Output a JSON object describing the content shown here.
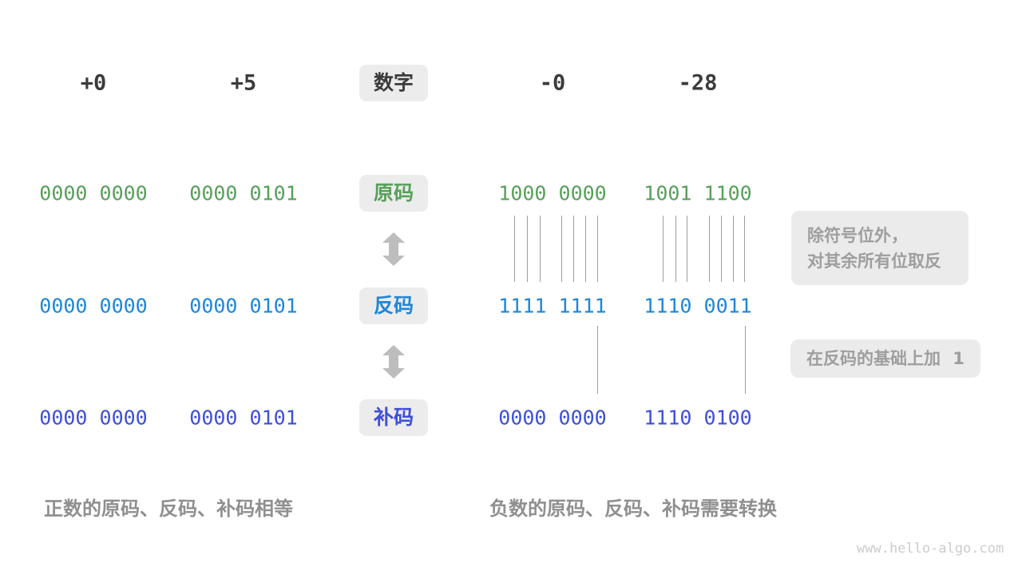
{
  "header": {
    "positive_labels": [
      "+0",
      "+5"
    ],
    "badge": "数字",
    "negative_labels": [
      "-0",
      "-28"
    ]
  },
  "encoding_rows": [
    {
      "name": "sign-magnitude",
      "badge": "原码",
      "color": "#57A05A",
      "positive": [
        "0000 0000",
        "0000 0101"
      ],
      "negative": [
        "1000 0000",
        "1001 1100"
      ]
    },
    {
      "name": "ones-complement",
      "badge": "反码",
      "color": "#1E86D8",
      "positive": [
        "0000 0000",
        "0000 0101"
      ],
      "negative": [
        "1111 1111",
        "1110 0011"
      ]
    },
    {
      "name": "twos-complement",
      "badge": "补码",
      "color": "#3E4FD6",
      "positive": [
        "0000 0000",
        "0000 0101"
      ],
      "negative": [
        "0000 0000",
        "1110 0100"
      ]
    }
  ],
  "annotations": {
    "invert_line1": "除符号位外，",
    "invert_line2": "对其余所有位取反",
    "add_one": "在反码的基础上加 1"
  },
  "captions": {
    "positive": "正数的原码、反码、补码相等",
    "negative": "负数的原码、反码、补码需要转换"
  },
  "watermark": "www.hello-algo.com",
  "colors": {
    "sign_magnitude": "#57A05A",
    "ones_complement": "#1E86D8",
    "twos_complement": "#3E4FD6",
    "badge_background": "#ececec",
    "note_background": "#ebebeb",
    "note_text": "#9e9e9e",
    "caption_text": "#8f8f8f",
    "arrow": "#bdbdbd",
    "header_text": "#3b3b3b"
  }
}
